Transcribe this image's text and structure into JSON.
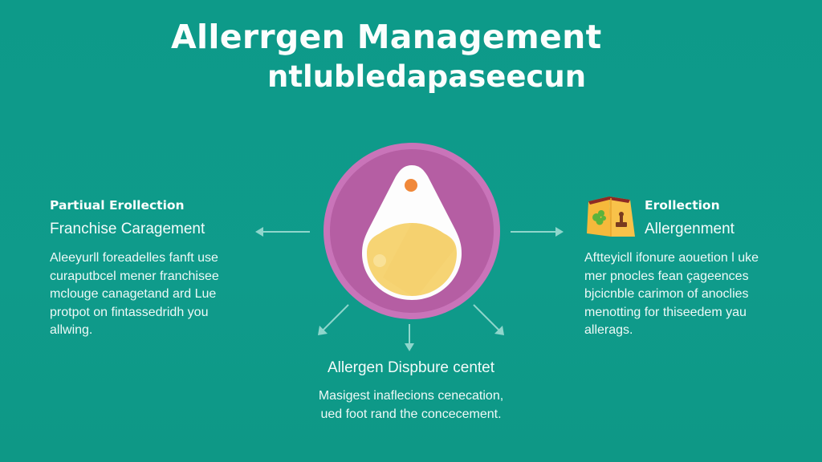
{
  "header": {
    "title": "Allerrgen Management",
    "subtitle": "ntlubledapaseecun"
  },
  "colors": {
    "background": "#0e9b8a",
    "hub_rim": "#c974b9",
    "hub_fill": "#b55ea3",
    "drop_outline": "#ffffff",
    "drop_fill": "#f6d474",
    "drop_dot": "#f0883a",
    "arrow": "#8fd6cc",
    "text": "#ffffff"
  },
  "center": {
    "icon": "allergen-drop-icon"
  },
  "left_block": {
    "eyebrow": "Partiual Erollection",
    "heading": "Franchise Caragement",
    "body_lines": [
      "Aleeyurll foreadelles fanft use",
      "curaputbcel mener franchisee",
      "mclouge canagetand ard Lue",
      "protpot on fintassedridh you",
      "allwing."
    ]
  },
  "right_block": {
    "icon": "allergen-folder-icon",
    "eyebrow": "Erollection",
    "heading": "Allergenment",
    "body_lines": [
      "Afttеyicll ifonure aouetion l uke",
      "mer pnocles fean çageences",
      "bjcicnble carimon of anoclies",
      "menotting for thiseedem yau",
      "allerags."
    ]
  },
  "bottom_block": {
    "heading": "Allergen Dispbure centet",
    "body_lines": [
      "Masigest inaflecions cenecation,",
      "ued foot rand the concecement."
    ]
  },
  "arrows": [
    {
      "direction": "left",
      "label": "arrow-to-left-block"
    },
    {
      "direction": "right",
      "label": "arrow-to-right-block"
    },
    {
      "direction": "down-left",
      "label": "arrow-down-left"
    },
    {
      "direction": "down",
      "label": "arrow-to-bottom-block"
    },
    {
      "direction": "down-right",
      "label": "arrow-down-right"
    }
  ]
}
